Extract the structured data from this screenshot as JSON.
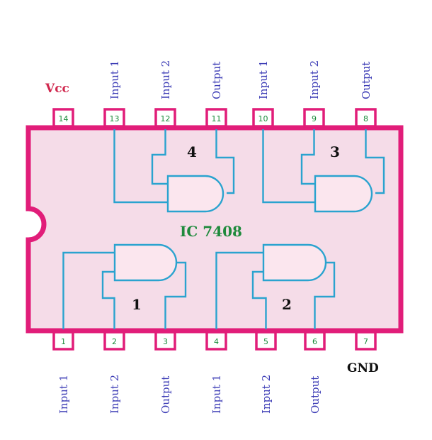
{
  "chip": {
    "title": "IC 7408",
    "vcc_label": "Vcc",
    "gnd_label": "GND"
  },
  "colors": {
    "body_fill": "#f5dce8",
    "body_stroke": "#e11d79",
    "wire": "#2aa3cf",
    "pin_number": "#1a8c3a",
    "pin_label": "#3b3bb5",
    "vcc_label": "#d0284e"
  },
  "top_pins": [
    {
      "num": "14",
      "label": ""
    },
    {
      "num": "13",
      "label": "Input 1"
    },
    {
      "num": "12",
      "label": "Input 2"
    },
    {
      "num": "11",
      "label": "Output"
    },
    {
      "num": "10",
      "label": "Input 1"
    },
    {
      "num": "9",
      "label": "Input 2"
    },
    {
      "num": "8",
      "label": "Output"
    }
  ],
  "bottom_pins": [
    {
      "num": "1",
      "label": "Input 1"
    },
    {
      "num": "2",
      "label": "Input 2"
    },
    {
      "num": "3",
      "label": "Output"
    },
    {
      "num": "4",
      "label": "Input 1"
    },
    {
      "num": "5",
      "label": "Input 2"
    },
    {
      "num": "6",
      "label": "Output"
    },
    {
      "num": "7",
      "label": ""
    }
  ],
  "gates": [
    {
      "num": "1"
    },
    {
      "num": "2"
    },
    {
      "num": "3"
    },
    {
      "num": "4"
    }
  ]
}
